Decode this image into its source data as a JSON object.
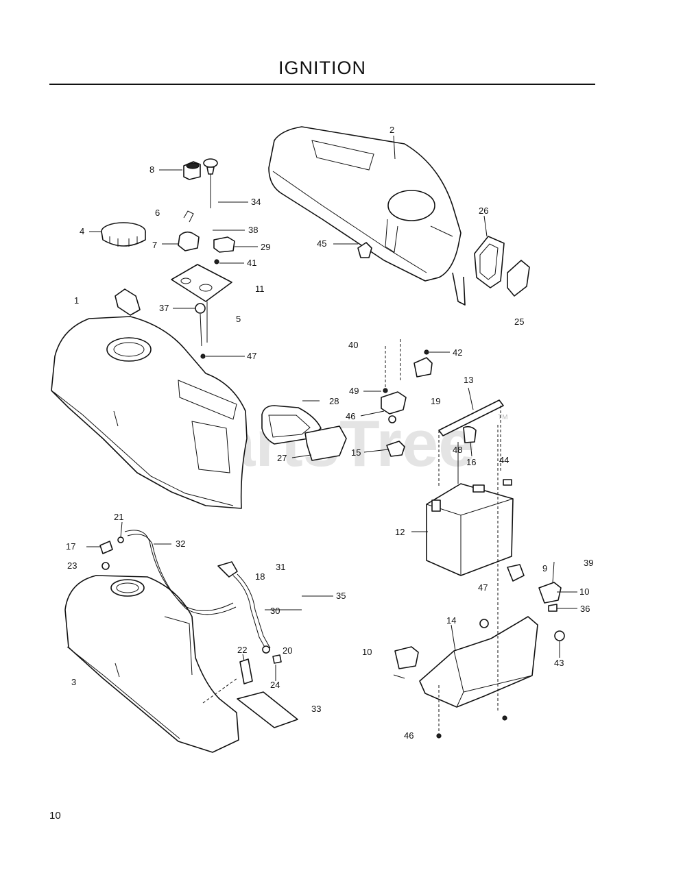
{
  "page": {
    "title": "IGNITION",
    "page_number": "10",
    "watermark": "PartsTree",
    "watermark_mark": "TM"
  },
  "callouts": [
    {
      "id": "c1",
      "label": "1"
    },
    {
      "id": "c2",
      "label": "2"
    },
    {
      "id": "c3",
      "label": "3"
    },
    {
      "id": "c4",
      "label": "4"
    },
    {
      "id": "c5",
      "label": "5"
    },
    {
      "id": "c6",
      "label": "6"
    },
    {
      "id": "c7",
      "label": "7"
    },
    {
      "id": "c8",
      "label": "8"
    },
    {
      "id": "c9",
      "label": "9"
    },
    {
      "id": "c10a",
      "label": "10"
    },
    {
      "id": "c10b",
      "label": "10"
    },
    {
      "id": "c11",
      "label": "11"
    },
    {
      "id": "c12",
      "label": "12"
    },
    {
      "id": "c13",
      "label": "13"
    },
    {
      "id": "c14",
      "label": "14"
    },
    {
      "id": "c15",
      "label": "15"
    },
    {
      "id": "c16",
      "label": "16"
    },
    {
      "id": "c17",
      "label": "17"
    },
    {
      "id": "c18",
      "label": "18"
    },
    {
      "id": "c19",
      "label": "19"
    },
    {
      "id": "c20",
      "label": "20"
    },
    {
      "id": "c21",
      "label": "21"
    },
    {
      "id": "c22",
      "label": "22"
    },
    {
      "id": "c23",
      "label": "23"
    },
    {
      "id": "c24",
      "label": "24"
    },
    {
      "id": "c25",
      "label": "25"
    },
    {
      "id": "c26",
      "label": "26"
    },
    {
      "id": "c27",
      "label": "27"
    },
    {
      "id": "c28",
      "label": "28"
    },
    {
      "id": "c29",
      "label": "29"
    },
    {
      "id": "c30",
      "label": "30"
    },
    {
      "id": "c31",
      "label": "31"
    },
    {
      "id": "c32",
      "label": "32"
    },
    {
      "id": "c33",
      "label": "33"
    },
    {
      "id": "c34",
      "label": "34"
    },
    {
      "id": "c35",
      "label": "35"
    },
    {
      "id": "c36",
      "label": "36"
    },
    {
      "id": "c37",
      "label": "37"
    },
    {
      "id": "c38",
      "label": "38"
    },
    {
      "id": "c39",
      "label": "39"
    },
    {
      "id": "c40",
      "label": "40"
    },
    {
      "id": "c41",
      "label": "41"
    },
    {
      "id": "c42",
      "label": "42"
    },
    {
      "id": "c43",
      "label": "43"
    },
    {
      "id": "c44",
      "label": "44"
    },
    {
      "id": "c45",
      "label": "45"
    },
    {
      "id": "c46a",
      "label": "46"
    },
    {
      "id": "c46b",
      "label": "46"
    },
    {
      "id": "c47a",
      "label": "47"
    },
    {
      "id": "c47b",
      "label": "47"
    },
    {
      "id": "c48",
      "label": "48"
    },
    {
      "id": "c49",
      "label": "49"
    }
  ]
}
